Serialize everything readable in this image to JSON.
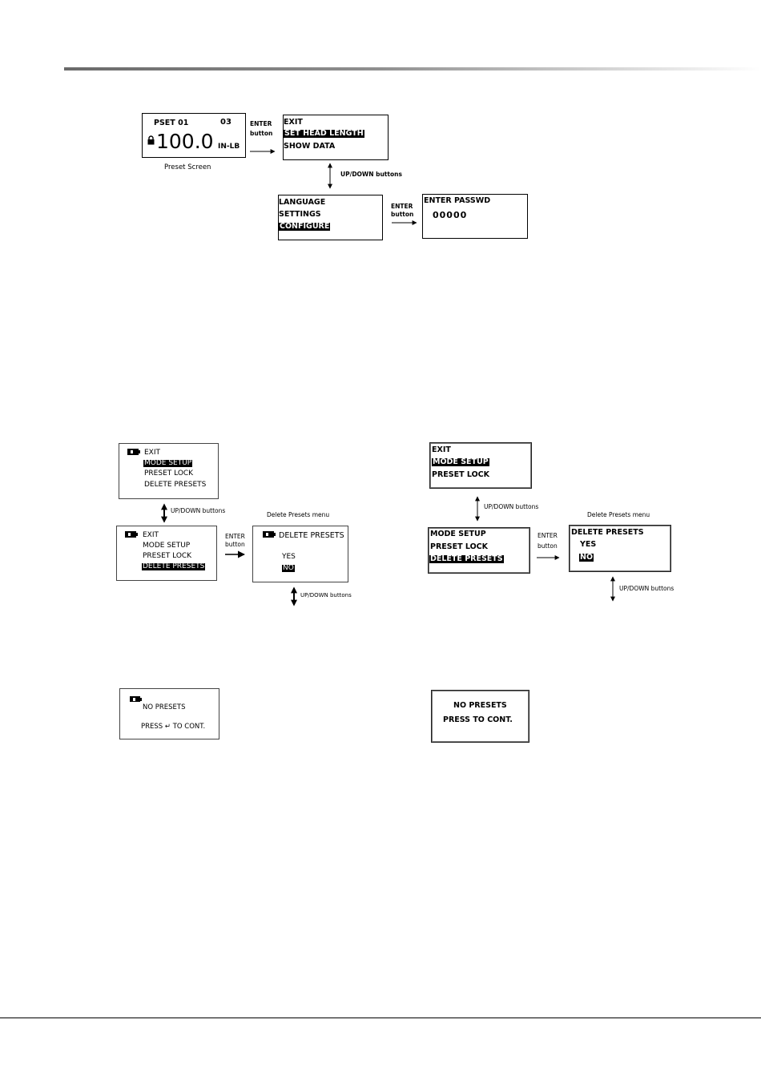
{
  "top": {
    "preset_screen": {
      "pset": "PSET 01",
      "number": "03",
      "value": "100.0",
      "unit": "IN-LB",
      "caption": "Preset  Screen"
    },
    "menu1": {
      "items": [
        "EXIT",
        "SET HEAD LENGTH",
        "SHOW DATA"
      ],
      "selected": 1
    },
    "menu2": {
      "items": [
        "LANGUAGE",
        "SETTINGS",
        "CONFIGURE"
      ],
      "selected": 2
    },
    "password": {
      "title": "ENTER PASSWD",
      "value": "00000"
    },
    "enter_label_1": "ENTER",
    "enter_label_2": "button",
    "updown_label": "UP/DOWN buttons"
  },
  "left": {
    "menu_a": {
      "items": [
        "EXIT",
        "MODE SETUP",
        "PRESET LOCK",
        "DELETE PRESETS"
      ],
      "selected": 1
    },
    "menu_b": {
      "items": [
        "EXIT",
        "MODE SETUP",
        "PRESET LOCK",
        "DELETE PRESETS"
      ],
      "selected": 3
    },
    "delete_menu": {
      "title": "DELETE PRESETS",
      "yes": "YES",
      "no": "NO",
      "caption": "Delete Presets menu"
    },
    "no_presets": {
      "line1": "NO PRESETS",
      "line2": "PRESS  ↵  TO CONT."
    },
    "updown_label": "UP/DOWN buttons",
    "enter_label_1": "ENTER",
    "enter_label_2": "button"
  },
  "right": {
    "menu_a": {
      "items": [
        "EXIT",
        "MODE SETUP",
        "PRESET LOCK"
      ],
      "selected": 1
    },
    "menu_b": {
      "items": [
        "MODE SETUP",
        "PRESET LOCK",
        "DELETE PRESETS"
      ],
      "selected": 2
    },
    "delete_menu": {
      "title": "DELETE PRESETS",
      "yes": "YES",
      "no": "NO",
      "caption": "Delete Presets menu"
    },
    "no_presets": {
      "line1": "NO PRESETS",
      "line2": "PRESS  TO CONT."
    },
    "updown_label": "UP/DOWN buttons",
    "enter_label_1": "ENTER",
    "enter_label_2": "button"
  },
  "colors": {
    "ink": "#000000",
    "paper": "#ffffff",
    "highlight_bg": "#000000",
    "highlight_fg": "#ffffff"
  }
}
